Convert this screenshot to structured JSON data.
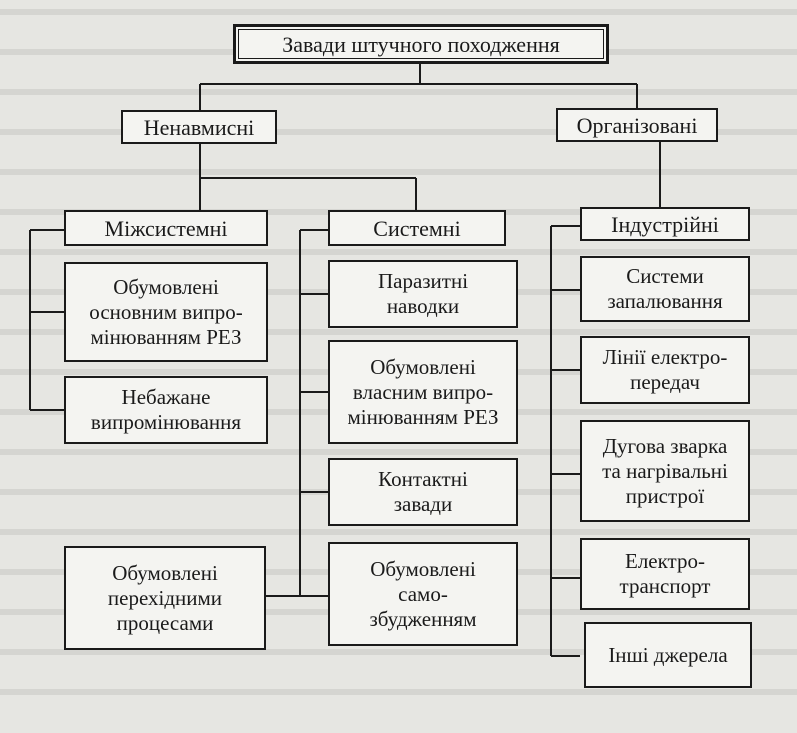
{
  "diagram": {
    "title": "Завади штучного походження",
    "branches": {
      "unintentional": "Ненавмисні",
      "organized": "Організовані"
    },
    "columns": {
      "intersystem": {
        "header": "Міжсистемні",
        "items": [
          "Обумовлені\nосновним випро-\nмінюванням РЕЗ",
          "Небажане\nвипромінювання",
          "Обумовлені\nперехідними\nпроцесами"
        ]
      },
      "system": {
        "header": "Системні",
        "items": [
          "Паразитні\nнаводки",
          "Обумовлені\nвласним випро-\nмінюванням РЕЗ",
          "Контактні\nзавади",
          "Обумовлені\nсамо-\nзбудженням"
        ]
      },
      "industrial": {
        "header": "Індустрійні",
        "items": [
          "Системи\nзапалювання",
          "Лінії електро-\nпередач",
          "Дугова зварка\nта нагрівальні\nпристрої",
          "Електро-\nтранспорт",
          "Інші джерела"
        ]
      }
    }
  }
}
